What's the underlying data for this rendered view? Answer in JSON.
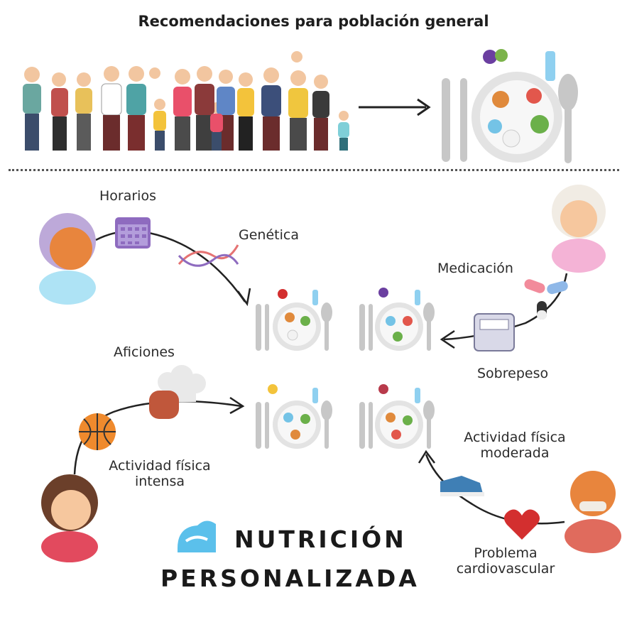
{
  "header": {
    "title": "Recomendaciones para población general"
  },
  "factors": {
    "horarios": "Horarios",
    "genetica": "Genética",
    "medicacion": "Medicación",
    "sobrepeso": "Sobrepeso",
    "aficiones": "Aficiones",
    "actividad_intensa_1": "Actividad física",
    "actividad_intensa_2": "intensa",
    "actividad_moderada_1": "Actividad física",
    "actividad_moderada_2": "moderada",
    "cardio_1": "Problema",
    "cardio_2": "cardiovascular"
  },
  "brand": {
    "line1": "NUTRICIÓN",
    "line2": "PERSONALIZADA",
    "logo_color": "#5bc0eb"
  },
  "colors": {
    "accent": "#333333",
    "heart": "#d32f2f",
    "calendar": "#8e6bbf"
  }
}
